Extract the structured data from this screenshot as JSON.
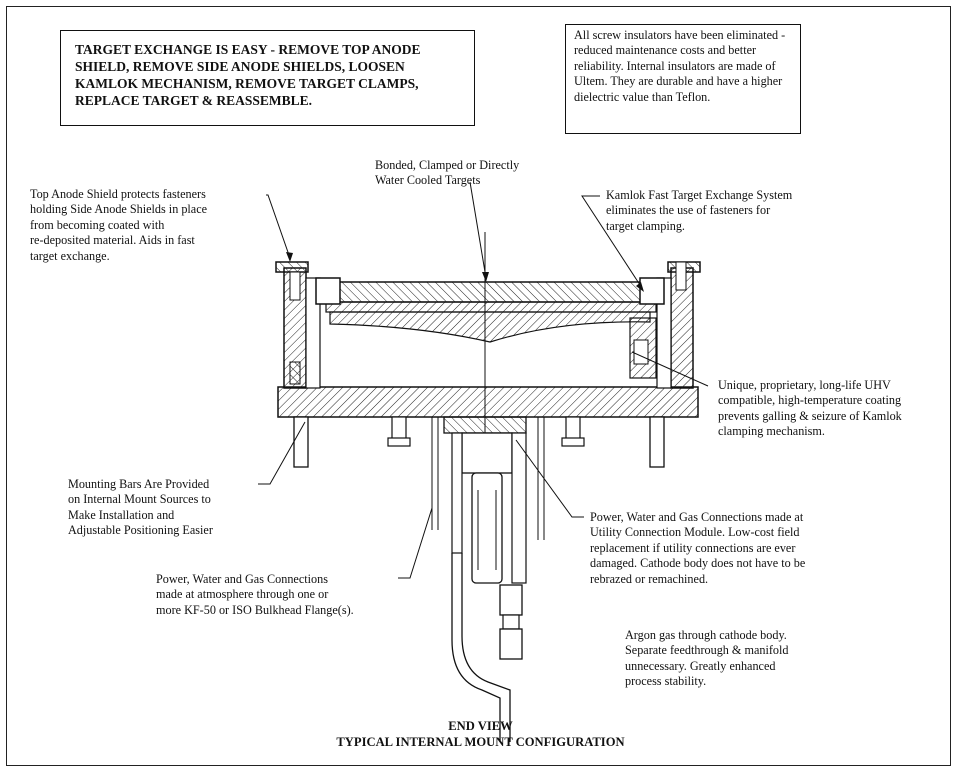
{
  "headline_box": {
    "text": "TARGET EXCHANGE IS EASY - REMOVE TOP ANODE SHIELD, REMOVE SIDE ANODE SHIELDS, LOOSEN KAMLOK MECHANISM, REMOVE TARGET CLAMPS, REPLACE TARGET & REASSEMBLE."
  },
  "insulator_box": {
    "text": "All screw insulators have been eliminated - reduced maintenance costs and better reliability.  Internal insulators are made of Ultem.  They are durable and have a higher dielectric value than Teflon."
  },
  "callouts": {
    "bonded_targets": "Bonded, Clamped or Directly\nWater Cooled Targets",
    "top_anode_shield": "Top Anode Shield protects fasteners\nholding Side Anode Shields in place\nfrom becoming coated with\nre-deposited material.  Aids in fast\ntarget exchange.",
    "kamlok": "Kamlok Fast Target Exchange System\neliminates the use of fasteners for\ntarget clamping.",
    "coating": "Unique, proprietary, long-life UHV\ncompatible, high-temperature coating\nprevents galling & seizure of Kamlok\nclamping mechanism.",
    "mounting_bars": "Mounting Bars Are Provided\non Internal Mount Sources to\nMake Installation and\nAdjustable Positioning Easier",
    "utility_module": "Power, Water and Gas Connections made at\nUtility Connection Module.  Low-cost field\nreplacement if utility connections are ever\ndamaged.  Cathode body does not have to be\nrebrazed or remachined.",
    "atmosphere_connections": "Power, Water and Gas Connections\nmade at atmosphere through one or\nmore KF-50 or ISO Bulkhead Flange(s).",
    "argon": "Argon gas through cathode body.\nSeparate feedthrough & manifold\nunnecessary.  Greatly enhanced\nprocess stability."
  },
  "caption": {
    "line1": "END VIEW",
    "line2": "TYPICAL INTERNAL MOUNT CONFIGURATION"
  }
}
